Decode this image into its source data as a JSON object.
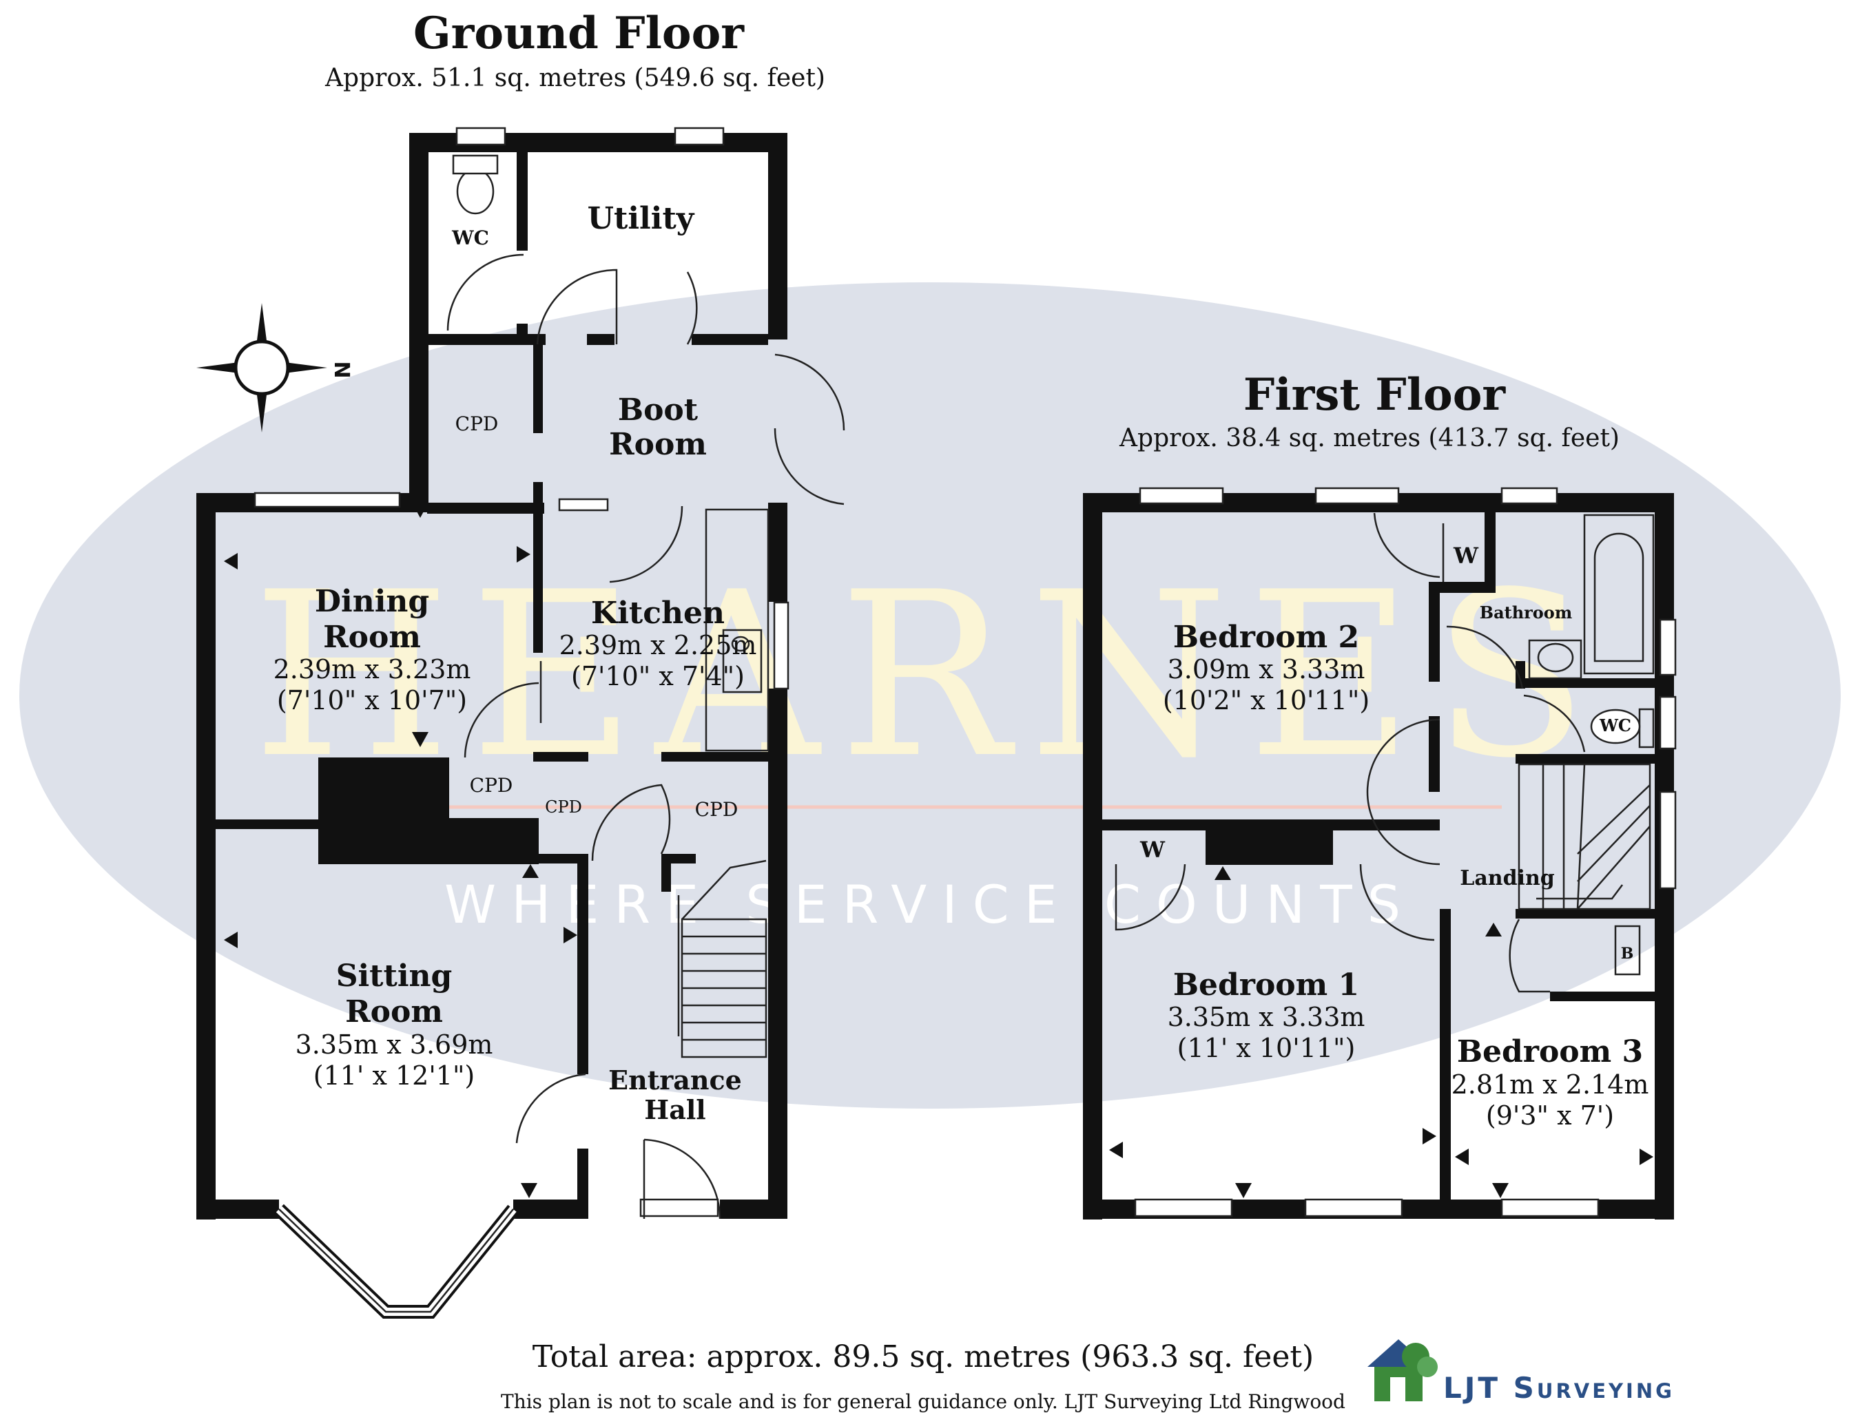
{
  "watermark": {
    "brand": "HEARNES",
    "tagline": "WHERE SERVICE COUNTS"
  },
  "ground": {
    "title": "Ground Floor",
    "area": "Approx. 51.1 sq. metres (549.6 sq. feet)",
    "rooms": {
      "wc": "WC",
      "utility": "Utility",
      "cpd_boot": "CPD",
      "boot_1": "Boot",
      "boot_2": "Room",
      "kitchen": "Kitchen",
      "kitchen_m": "2.39m x 2.25m",
      "kitchen_ft": "(7'10\" x 7'4\")",
      "dining_1": "Dining",
      "dining_2": "Room",
      "dining_m": "2.39m x 3.23m",
      "dining_ft": "(7'10\" x 10'7\")",
      "cpd_dining": "CPD",
      "cpd_small": "CPD",
      "cpd_hall": "CPD",
      "sitting_1": "Sitting",
      "sitting_2": "Room",
      "sitting_m": "3.35m x 3.69m",
      "sitting_ft": "(11' x 12'1\")",
      "hall_1": "Entrance",
      "hall_2": "Hall"
    }
  },
  "first": {
    "title": "First Floor",
    "area": "Approx. 38.4 sq. metres (413.7 sq. feet)",
    "rooms": {
      "bed2": "Bedroom 2",
      "bed2_m": "3.09m x 3.33m",
      "bed2_ft": "(10'2\" x 10'11\")",
      "w_top": "W",
      "bathroom": "Bathroom",
      "wc": "WC",
      "landing": "Landing",
      "w_bed1": "W",
      "bed1": "Bedroom 1",
      "bed1_m": "3.35m x 3.33m",
      "bed1_ft": "(11' x 10'11\")",
      "boiler": "B",
      "bed3": "Bedroom 3",
      "bed3_m": "2.81m x 2.14m",
      "bed3_ft": "(9'3\" x 7')"
    }
  },
  "compass": {
    "label": "N"
  },
  "footer": {
    "total": "Total area: approx. 89.5 sq. metres (963.3 sq. feet)",
    "disclaimer": "This plan is not to scale and is for general guidance only. LJT Surveying Ltd Ringwood",
    "logo": "LJT Surveying"
  },
  "colors": {
    "wall": "#111111",
    "watermark_bg": "#dde1ea",
    "watermark_text": "#fbf5d6",
    "logo_green": "#3c8a3a",
    "logo_blue": "#2a4f86"
  }
}
